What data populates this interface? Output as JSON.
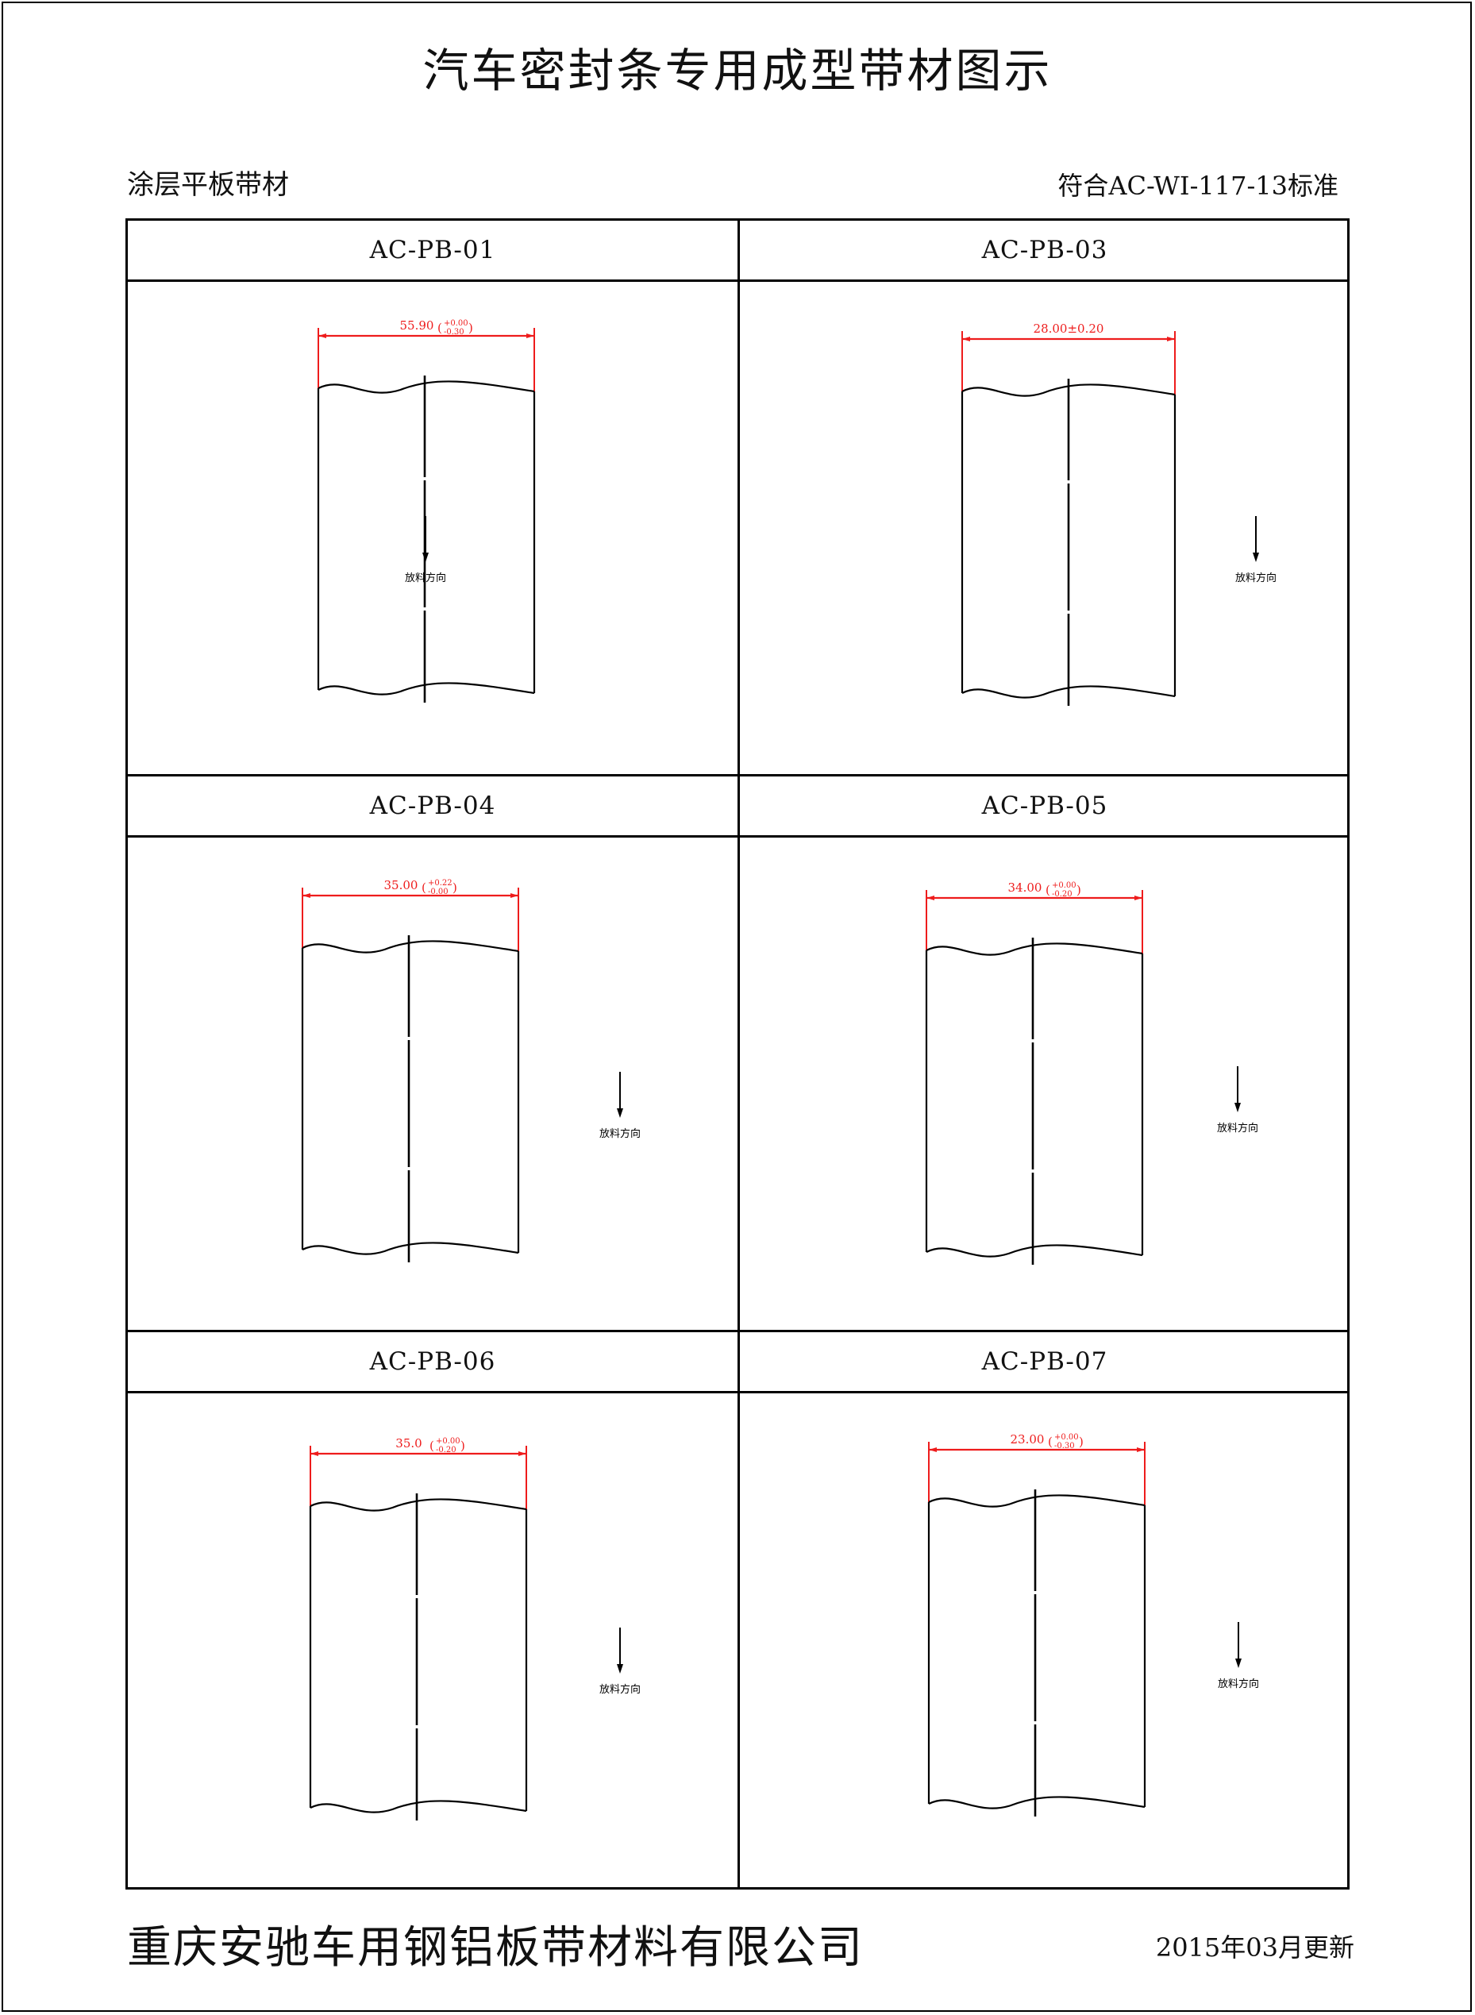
{
  "page": {
    "title": "汽车密封条专用成型带材图示",
    "subtitle": "涂层平板带材",
    "standard": "符合AC-WI-117-13标准",
    "company": "重庆安驰车用钢铝板带材料有限公司",
    "updated": "2015年03月更新"
  },
  "colors": {
    "dimension": "#ee1c1c",
    "line": "#000000"
  },
  "direction_icon": "down-arrow",
  "cells": [
    {
      "code": "AC-PB-01",
      "width": "55.90",
      "tol_upper": "+0.00",
      "tol_lower": "-0.30",
      "direction_label": "放料方向"
    },
    {
      "code": "AC-PB-03",
      "width": "28.00±0.20",
      "tol_upper": "",
      "tol_lower": "",
      "direction_label": "放料方向"
    },
    {
      "code": "AC-PB-04",
      "width": "35.00",
      "tol_upper": "+0.22",
      "tol_lower": "-0.00",
      "direction_label": "放料方向"
    },
    {
      "code": "AC-PB-05",
      "width": "34.00",
      "tol_upper": "+0.00",
      "tol_lower": "-0.20",
      "direction_label": "放料方向"
    },
    {
      "code": "AC-PB-06",
      "width": "35.0",
      "tol_upper": "+0.00",
      "tol_lower": "-0.20",
      "direction_label": "放料方向"
    },
    {
      "code": "AC-PB-07",
      "width": "23.00",
      "tol_upper": "+0.00",
      "tol_lower": "-0.30",
      "direction_label": "放料方向"
    }
  ]
}
